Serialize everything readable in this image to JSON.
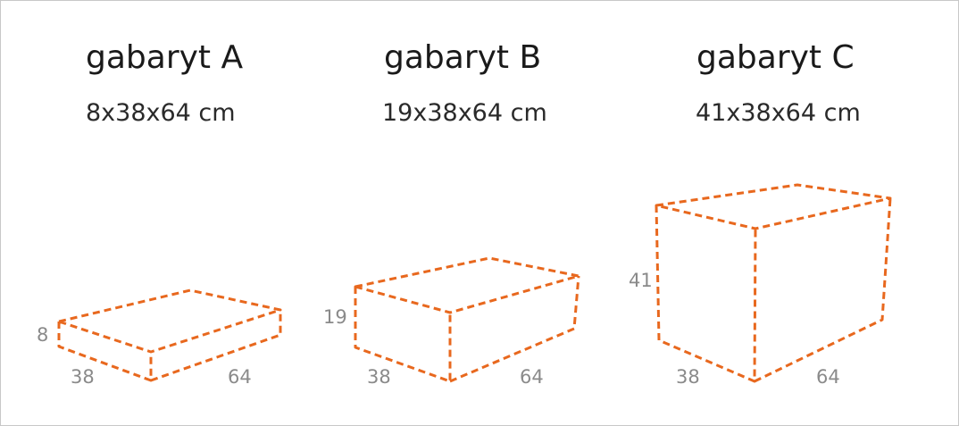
{
  "colors": {
    "box_stroke": "#e8681e",
    "label": "#8a8a8a",
    "frame": "#c8c8c8"
  },
  "sizes": [
    {
      "title": "gabaryt A",
      "dims": "8x38x64 cm",
      "height_label": "8",
      "depth_label": "38",
      "width_label": "64"
    },
    {
      "title": "gabaryt B",
      "dims": "19x38x64 cm",
      "height_label": "19",
      "depth_label": "38",
      "width_label": "64"
    },
    {
      "title": "gabaryt C",
      "dims": "41x38x64 cm",
      "height_label": "41",
      "depth_label": "38",
      "width_label": "64"
    }
  ]
}
